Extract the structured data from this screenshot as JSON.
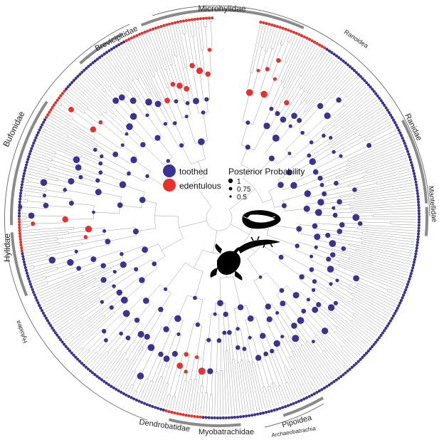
{
  "legend": {
    "toothed_label": "toothed",
    "edentulous_label": "edentulous",
    "posterior_title": "Posterior Probability",
    "pp_values": [
      "1",
      "0.75",
      "0.5"
    ]
  },
  "colors": {
    "toothed": "#3b3293",
    "edentulous": "#e8312f",
    "branch": "#9a9a9a",
    "clade_bar": "#8a8a8a",
    "silhouette": "#000000"
  },
  "clades": [
    {
      "id": "microhylidae",
      "label": "Microhylidae"
    },
    {
      "id": "brevicipitidae",
      "label": "Brevicipitidae"
    },
    {
      "id": "ranoidea",
      "label": "Ranoidea"
    },
    {
      "id": "ranidae",
      "label": "Ranidae"
    },
    {
      "id": "mantellidae",
      "label": "Mantellidae"
    },
    {
      "id": "bufonidae",
      "label": "Bufonidae"
    },
    {
      "id": "hylidae",
      "label": "Hylidae"
    },
    {
      "id": "hyloidea",
      "label": "Hyloidea"
    },
    {
      "id": "dendrobatidae",
      "label": "Dendrobatidae"
    },
    {
      "id": "myobatrachidae",
      "label": "Myobatrachidae"
    },
    {
      "id": "pipoidea",
      "label": "Pipoidea"
    },
    {
      "id": "archaeobatrachia",
      "label": "Archaeobatrachia"
    }
  ],
  "icons": [
    "caecilian-silhouette-icon",
    "salamander-silhouette-icon",
    "frog-silhouette-icon"
  ]
}
